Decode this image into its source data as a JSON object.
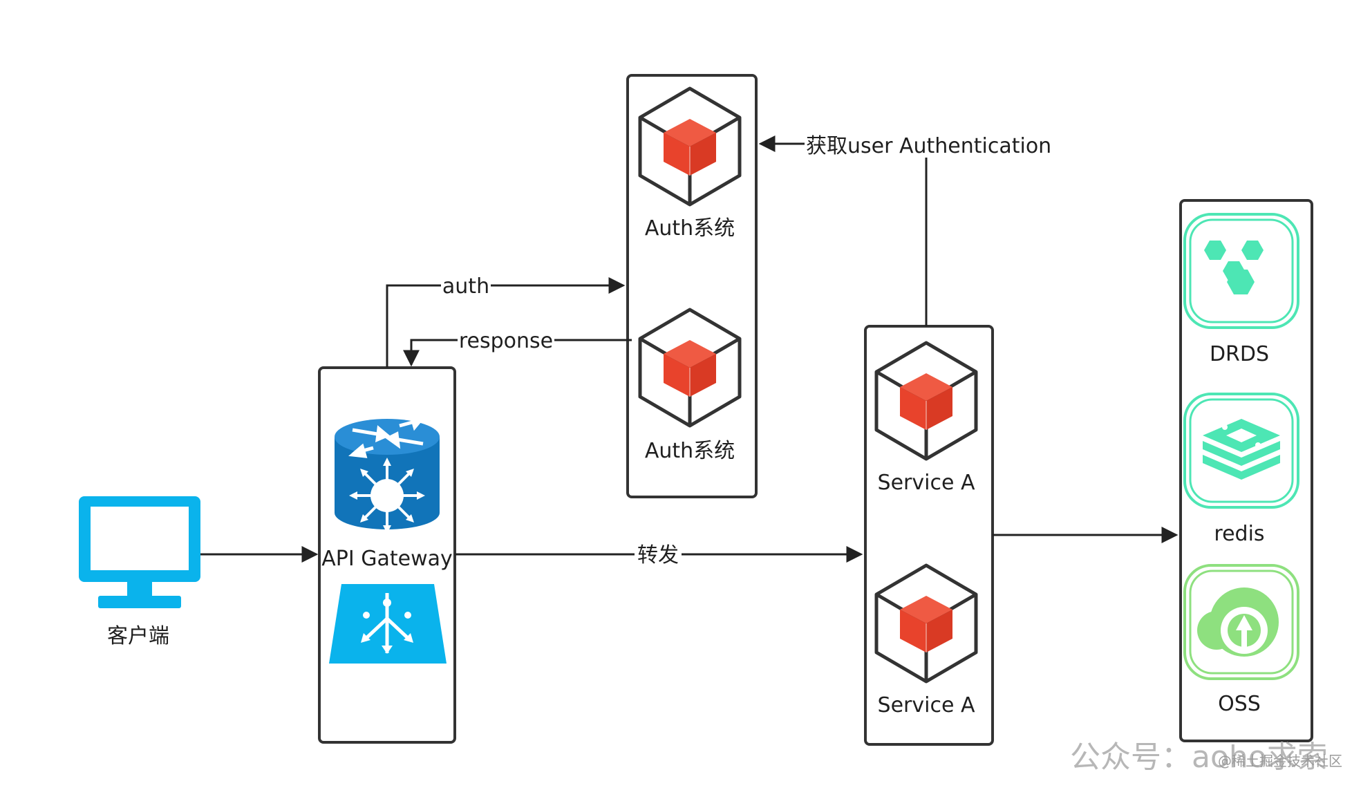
{
  "nodes": {
    "client": {
      "label": "客户端",
      "icon": "monitor-icon"
    },
    "gateway": {
      "label": "API Gateway",
      "icons": [
        "router-icon",
        "load-balancer-icon"
      ]
    },
    "auth_1": {
      "label": "Auth系统",
      "icon": "cube-icon"
    },
    "auth_2": {
      "label": "Auth系统",
      "icon": "cube-icon"
    },
    "service_1": {
      "label": "Service A",
      "icon": "cube-icon"
    },
    "service_2": {
      "label": "Service A",
      "icon": "cube-icon"
    },
    "drds": {
      "label": "DRDS",
      "icon": "drds-icon"
    },
    "redis": {
      "label": "redis",
      "icon": "redis-icon"
    },
    "oss": {
      "label": "OSS",
      "icon": "oss-icon"
    }
  },
  "edges": {
    "auth": "auth",
    "response": "response",
    "forward": "转发",
    "get_user_auth": "获取user Authentication"
  },
  "watermark": {
    "main": "公众号：aoho求索",
    "sub": "@稀土掘金技术社区"
  },
  "colors": {
    "cube_red": "#e8432c",
    "monitor_blue": "#0ab3ec",
    "router_blue": "#1174b9",
    "lb_blue": "#0ab3ec",
    "teal": "#4de6b4",
    "green": "#8ee07f"
  }
}
